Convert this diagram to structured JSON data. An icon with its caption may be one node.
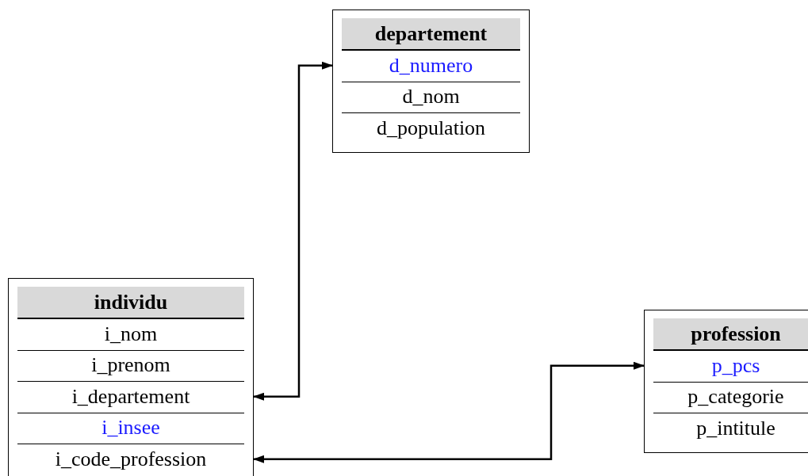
{
  "diagram": {
    "nodes": [
      {
        "text": [
          "departement"
        ]
      },
      {
        "text": [
          "d_numero"
        ],
        "in": 0
      },
      {
        "text": [
          "d_nom"
        ],
        "in": 0
      },
      {
        "text": [
          "d_population"
        ],
        "in": 0
      },
      {
        "text": [
          "individu"
        ]
      },
      {
        "text": [
          "i_nom"
        ],
        "in": 4
      },
      {
        "text": [
          "i_prenom"
        ],
        "in": 4
      },
      {
        "text": [
          "i_departement"
        ],
        "in": 4
      },
      {
        "text": [
          "i_insee"
        ],
        "in": 4
      },
      {
        "text": [
          "i_code_profession"
        ],
        "in": 4
      },
      {
        "text": [
          "profession"
        ]
      },
      {
        "text": [
          "p_pcs"
        ],
        "in": 10
      },
      {
        "text": [
          "p_categorie"
        ],
        "in": 10
      },
      {
        "text": [
          "p_intitule"
        ],
        "in": 10
      }
    ],
    "edges": [
      {
        "from": 7,
        "to": 1,
        "arrow": "both"
      },
      {
        "from": 9,
        "to": 11,
        "arrow": "both"
      }
    ]
  }
}
